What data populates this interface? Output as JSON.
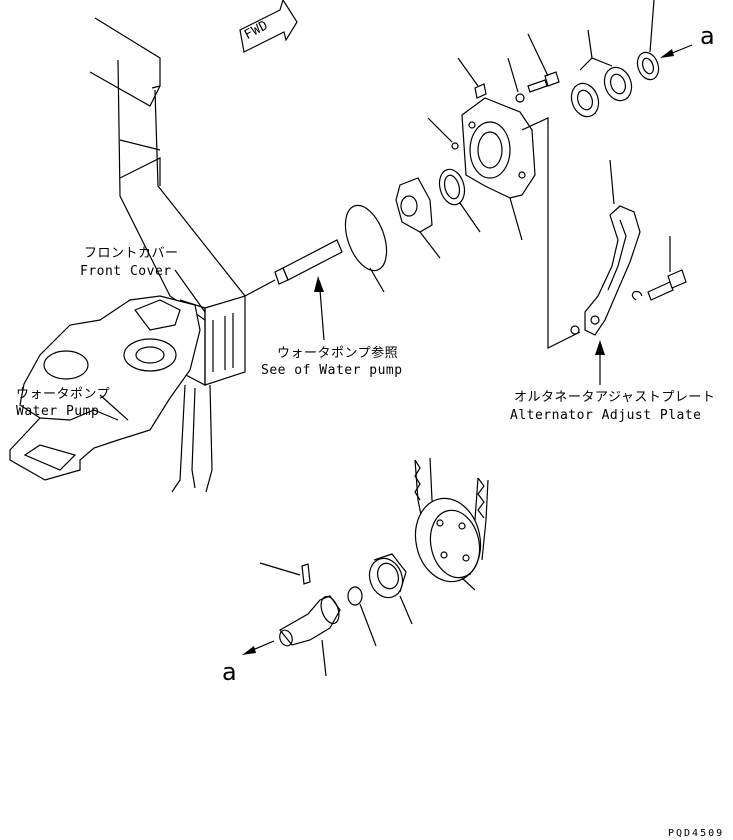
{
  "fwd_marker": "FWD",
  "labels": {
    "front_cover_jp": "フロントカバー",
    "front_cover_en": "Front Cover",
    "water_pump_ref_jp": "ウォータポンプ参照",
    "water_pump_ref_en": "See of Water pump",
    "water_pump_jp": "ウォータポンプ",
    "water_pump_en": "Water Pump",
    "alt_plate_jp": "オルタネータアジャストプレート",
    "alt_plate_en": "Alternator Adjust Plate"
  },
  "callouts": {
    "upper_a": "a",
    "lower_a": "a"
  },
  "drawing_code": "PQD4509"
}
